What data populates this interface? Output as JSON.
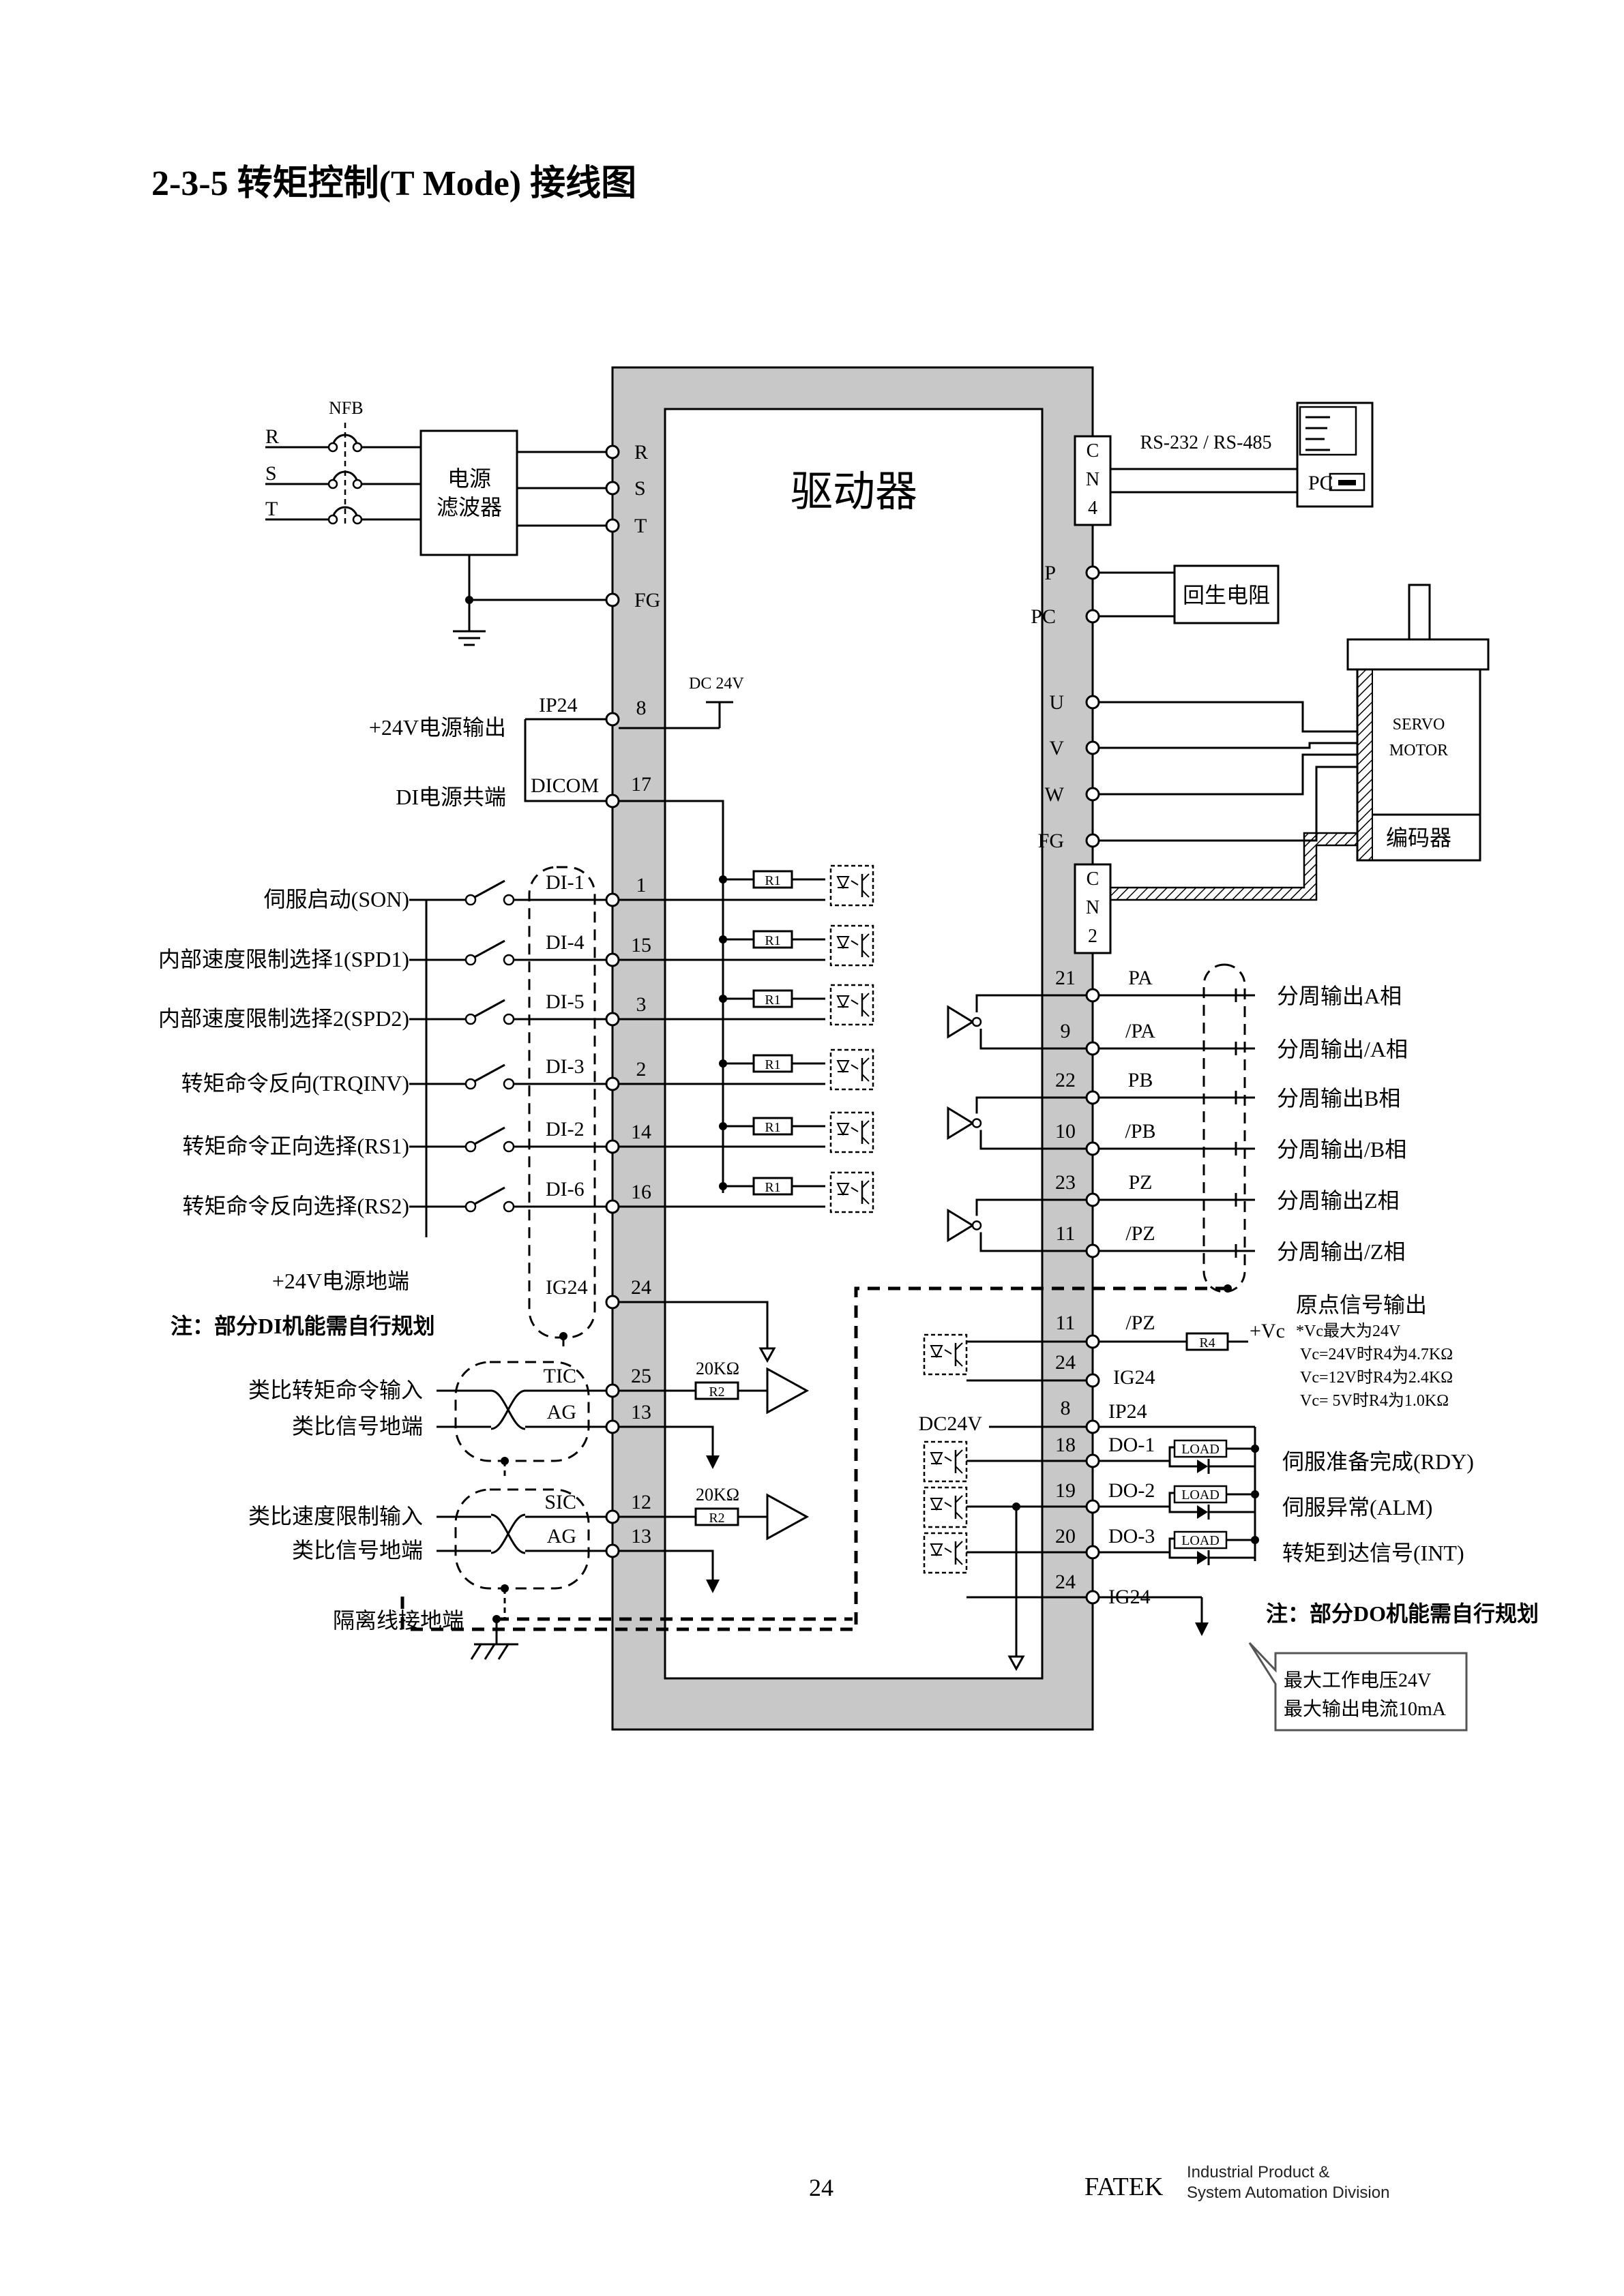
{
  "heading": "2-3-5  转矩控制(T Mode)  接线图",
  "footer": {
    "page_number": "24",
    "brand": "FATEK",
    "division_line1": "Industrial Product &",
    "division_line2": "System Automation Division"
  },
  "power": {
    "breaker": "NFB",
    "phases": [
      "R",
      "S",
      "T"
    ],
    "filter_line1": "电源",
    "filter_line2": "滤波器",
    "terminals": [
      "R",
      "S",
      "T",
      "FG"
    ]
  },
  "driver": {
    "title": "驱动器",
    "dc_supply": "DC 24V"
  },
  "comm": {
    "cn4_letters": [
      "C",
      "N",
      "4"
    ],
    "protocol": "RS-232 / RS-485",
    "pc": "PC"
  },
  "regen": {
    "terminals": [
      "P",
      "PC"
    ],
    "label": "回生电阻"
  },
  "motor": {
    "terminals": [
      "U",
      "V",
      "W",
      "FG"
    ],
    "name_line1": "SERVO",
    "name_line2": "MOTOR",
    "encoder": "编码器",
    "cn2_letters": [
      "C",
      "N",
      "2"
    ]
  },
  "di_supply": [
    {
      "desc": "+24V电源输出",
      "signal": "IP24",
      "pin": "8"
    },
    {
      "desc": "DI电源共端",
      "signal": "DICOM",
      "pin": "17"
    }
  ],
  "resistor_r1": "R1",
  "di_inputs": [
    {
      "desc": "伺服启动(SON)",
      "signal": "DI-1",
      "pin": "1"
    },
    {
      "desc": "内部速度限制选择1(SPD1)",
      "signal": "DI-4",
      "pin": "15"
    },
    {
      "desc": "内部速度限制选择2(SPD2)",
      "signal": "DI-5",
      "pin": "3"
    },
    {
      "desc": "转矩命令反向(TRQINV)",
      "signal": "DI-3",
      "pin": "2"
    },
    {
      "desc": "转矩命令正向选择(RS1)",
      "signal": "DI-2",
      "pin": "14"
    },
    {
      "desc": "转矩命令反向选择(RS2)",
      "signal": "DI-6",
      "pin": "16"
    }
  ],
  "di_ground": {
    "desc": "+24V电源地端",
    "signal": "IG24",
    "pin": "24"
  },
  "di_note": "注：部分DI机能需自行规划",
  "encoder_outputs": [
    {
      "pin": "21",
      "signal": "PA",
      "desc": "分周输出A相"
    },
    {
      "pin": "9",
      "signal": "/PA",
      "desc": "分周输出/A相"
    },
    {
      "pin": "22",
      "signal": "PB",
      "desc": "分周输出B相"
    },
    {
      "pin": "10",
      "signal": "/PB",
      "desc": "分周输出/B相"
    },
    {
      "pin": "23",
      "signal": "PZ",
      "desc": "分周输出Z相"
    },
    {
      "pin": "11",
      "signal": "/PZ",
      "desc": "分周输出/Z相"
    }
  ],
  "origin": {
    "pins": [
      {
        "pin": "11",
        "signal": "/PZ"
      },
      {
        "pin": "24",
        "signal": "IG24"
      }
    ],
    "resistor": "R4",
    "vc": "+Vc",
    "title": "原点信号输出",
    "notes": [
      "*Vc最大为24V",
      "Vc=24V时R4为4.7KΩ",
      "Vc=12V时R4为2.4KΩ",
      "Vc= 5V时R4为1.0KΩ"
    ]
  },
  "analog_inputs": [
    {
      "desc": "类比转矩命令输入",
      "signal": "TIC",
      "pin": "25",
      "value": "20KΩ",
      "resistor": "R2"
    },
    {
      "desc": "类比信号地端",
      "signal": "AG",
      "pin": "13"
    },
    {
      "desc": "类比速度限制输入",
      "signal": "SIC",
      "pin": "12",
      "value": "20KΩ",
      "resistor": "R2"
    },
    {
      "desc": "类比信号地端",
      "signal": "AG",
      "pin": "13"
    }
  ],
  "shield_ground": "隔离线接地端",
  "do_supply": {
    "label": "DC24V",
    "pin": "8",
    "signal": "IP24"
  },
  "do_outputs": [
    {
      "pin": "18",
      "signal": "DO-1",
      "load": "LOAD",
      "desc": "伺服准备完成(RDY)"
    },
    {
      "pin": "19",
      "signal": "DO-2",
      "load": "LOAD",
      "desc": "伺服异常(ALM)"
    },
    {
      "pin": "20",
      "signal": "DO-3",
      "load": "LOAD",
      "desc": "转矩到达信号(INT)"
    }
  ],
  "do_ground": {
    "pin": "24",
    "signal": "IG24"
  },
  "do_note": "注：部分DO机能需自行规划",
  "callout": [
    "最大工作电压24V",
    "最大输出电流10mA"
  ]
}
